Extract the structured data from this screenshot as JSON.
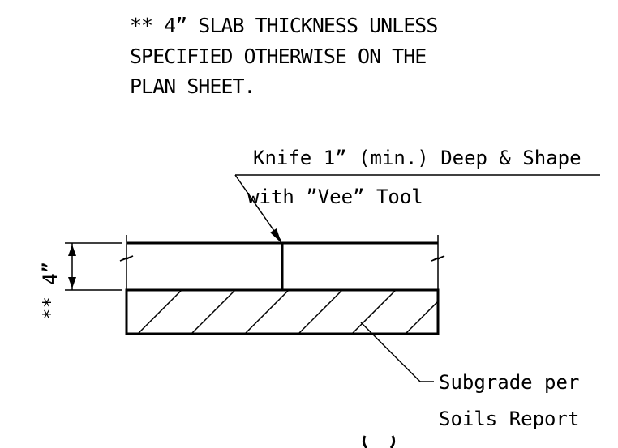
{
  "note": {
    "line1": "**  4” SLAB THICKNESS UNLESS",
    "line2": "SPECIFIED OTHERWISE ON THE",
    "line3": "PLAN SHEET."
  },
  "callout_knife": {
    "line1": "Knife 1” (min.) Deep & Shape",
    "line2": "with ”Vee” Tool"
  },
  "callout_subgrade": {
    "line1": "Subgrade per",
    "line2": "Soils Report"
  },
  "dimension": {
    "value": "** 4”"
  }
}
